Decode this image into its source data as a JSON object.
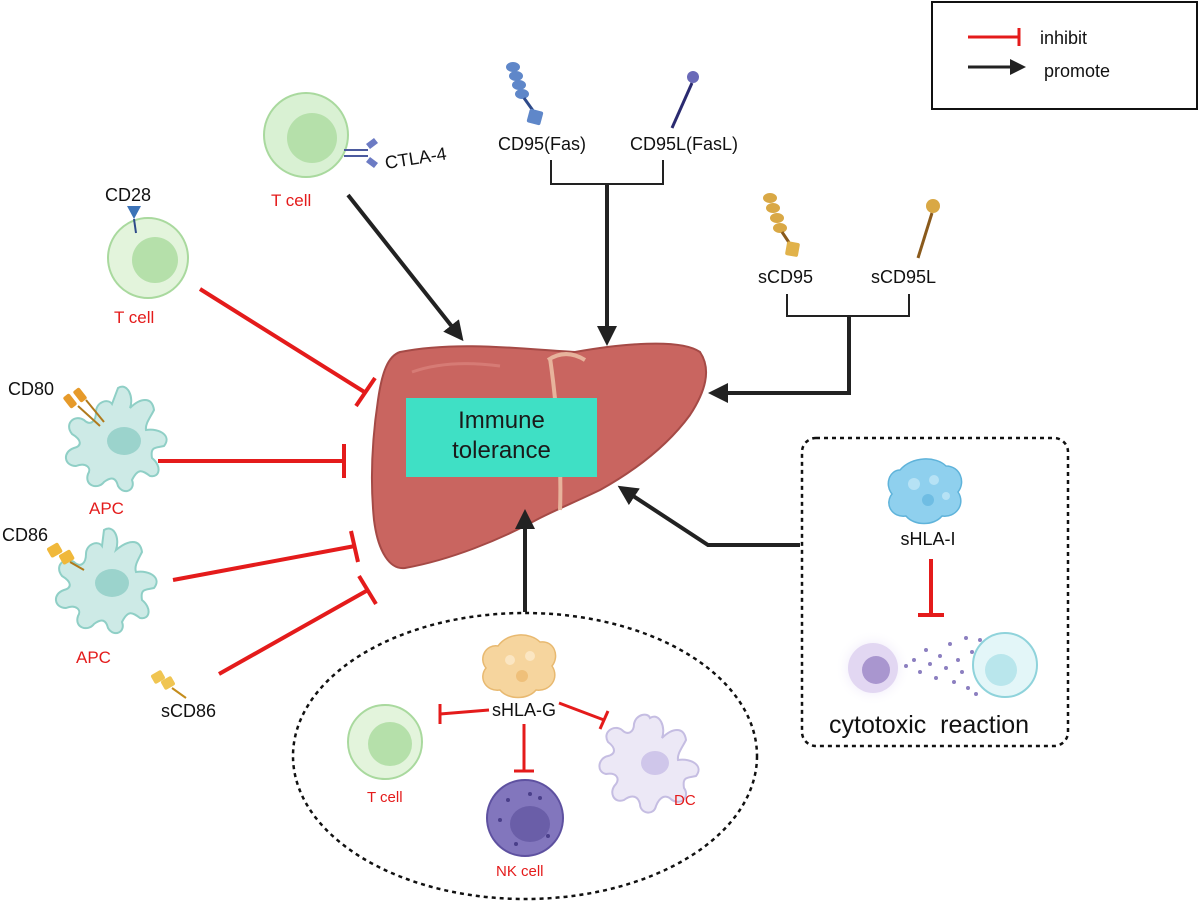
{
  "legend": {
    "inhibit_label": "inhibit",
    "promote_label": "promote",
    "inhibit_color": "#e41b1b",
    "promote_color": "#222222"
  },
  "center": {
    "line1": "Immune",
    "line2": "tolerance",
    "box_color": "#3fe0c5",
    "organ": "liver",
    "organ_color": "#c96560"
  },
  "top_left": {
    "receptor": "CTLA-4",
    "cell": "T cell"
  },
  "left_inhibitors": [
    {
      "receptor": "CD28",
      "cell": "T cell"
    },
    {
      "receptor": "CD80",
      "cell": "APC"
    },
    {
      "receptor": "CD86",
      "cell": "APC"
    },
    {
      "receptor": "sCD86",
      "cell": ""
    }
  ],
  "fas_pair": {
    "receptor": "CD95(Fas)",
    "ligand": "CD95L(FasL)"
  },
  "soluble_fas_pair": {
    "receptor": "sCD95",
    "ligand": "sCD95L"
  },
  "shla_i_box": {
    "molecule": "sHLA-I",
    "outcome": "cytotoxic  reaction"
  },
  "shla_g_group": {
    "molecule": "sHLA-G",
    "targets": [
      "T cell",
      "NK cell",
      "DC"
    ]
  },
  "icons": [
    "t-cell-icon",
    "ctla4-receptor-icon",
    "cd28-receptor-icon",
    "apc-icon",
    "cd80-receptor-icon",
    "cd86-receptor-icon",
    "scd86-molecule-icon",
    "fas-receptor-icon",
    "fasl-ligand-icon",
    "scd95-icon",
    "scd95l-icon",
    "liver-icon",
    "shla-i-protein-icon",
    "shla-g-protein-icon",
    "nk-cell-icon",
    "dendritic-cell-icon",
    "target-cell-icon"
  ]
}
